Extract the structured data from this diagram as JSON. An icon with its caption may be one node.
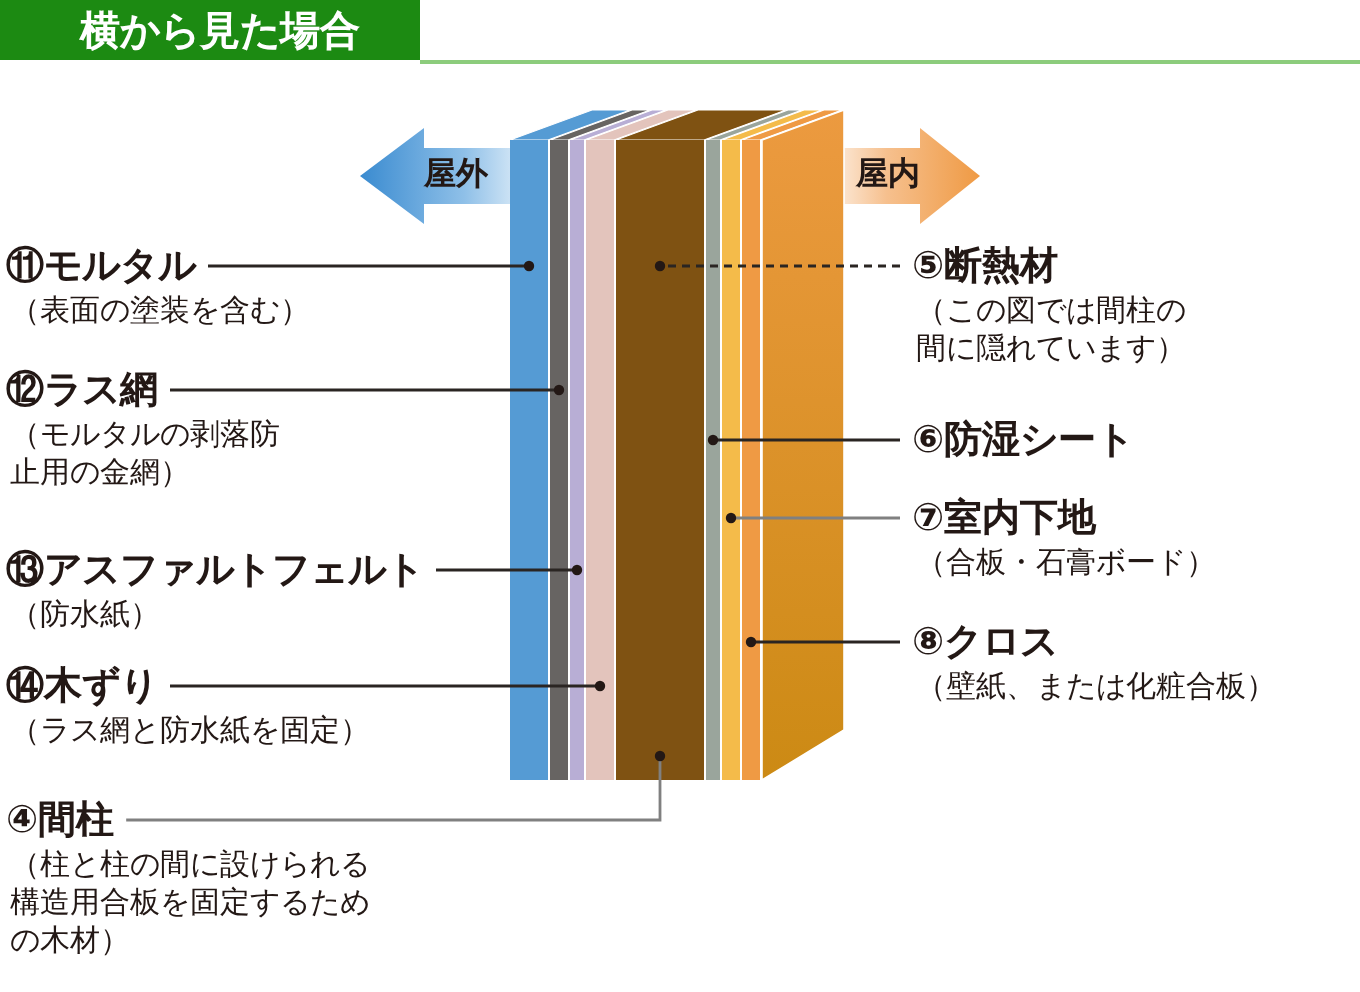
{
  "diagram": {
    "title": "横から見た場合",
    "nodes": [
      {
        "text": [],
        "shape": "bar"
      },
      {
        "text": [],
        "shape": "bar"
      },
      {
        "text": [],
        "shape": "bar"
      },
      {
        "text": [],
        "shape": "bar"
      },
      {
        "text": [],
        "shape": "bar"
      },
      {
        "text": [],
        "shape": "bar"
      },
      {
        "text": [],
        "shape": "bar"
      },
      {
        "text": [],
        "shape": "bar"
      },
      {
        "text": [
          "⑪モルタル",
          "（表面の塗装を含む）"
        ]
      },
      {
        "text": [
          "⑫ラス網",
          "（モルタルの剥落防止用の金網）"
        ]
      },
      {
        "text": [
          "⑬アスファルトフェルト",
          "（防水紙）"
        ]
      },
      {
        "text": [
          "⑭木ずり",
          "（ラス網と防水紙を固定）"
        ]
      },
      {
        "text": [
          "④間柱",
          "（柱と柱の間に設けられる構造用合板を固定するための木材）"
        ]
      },
      {
        "text": [
          "⑤断熱材",
          "（この図では間柱の間に隠れています）"
        ]
      },
      {
        "text": [
          "⑥防湿シート"
        ]
      },
      {
        "text": [
          "⑦室内下地",
          "（合板・石膏ボード）"
        ]
      },
      {
        "text": [
          "⑧クロス",
          "（壁紙、または化粧合板）"
        ]
      }
    ],
    "edges": [
      {
        "from": 8,
        "to": 0,
        "arrow": "other"
      },
      {
        "from": 9,
        "to": 1,
        "arrow": "other"
      },
      {
        "from": 10,
        "to": 2,
        "arrow": "other"
      },
      {
        "from": 11,
        "to": 3,
        "arrow": "other"
      },
      {
        "from": 12,
        "to": 4,
        "arrow": "other",
        "color": "#808080"
      },
      {
        "from": 13,
        "to": 4,
        "arrow": "other",
        "style": "dashed"
      },
      {
        "from": 14,
        "to": 5,
        "arrow": "other"
      },
      {
        "from": 15,
        "to": 6,
        "arrow": "other",
        "color": "#808080"
      },
      {
        "from": 16,
        "to": 7,
        "arrow": "other"
      }
    ],
    "labels": [
      "屋外",
      "屋内"
    ]
  }
}
